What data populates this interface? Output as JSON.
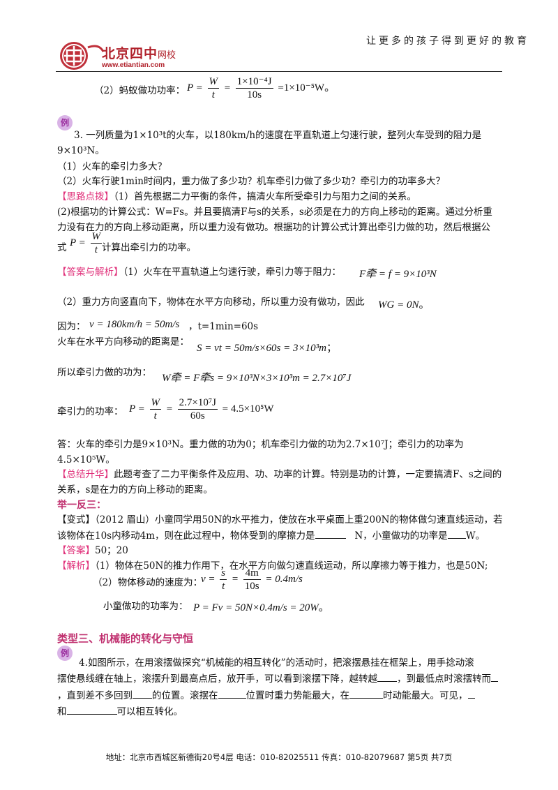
{
  "header": {
    "brand": "北京四中",
    "brand_suffix": "网校",
    "url": "www.etiantian.com",
    "slogan": "让更多的孩子得到更好的教育"
  },
  "ant_power": {
    "label": "（2）蚂蚁做功功率：",
    "P": "P",
    "W": "W",
    "t": "t",
    "num": "1×10⁻⁴J",
    "den": "10s",
    "result": "=1×10⁻⁵W。"
  },
  "example3": {
    "badge": "例",
    "line1": "3.  一列质量为1×10³t的火车，以180km/h的速度在平直轨道上匀速行驶，整列火车受到的阻力是",
    "line2": "9×10³N。",
    "q1": "（1）火车的牵引力多大？",
    "q2": "（2）火车行驶1min时间内，重力做了多少功？机车牵引力做了多少功？牵引力的功率多大？"
  },
  "hint": {
    "tag": "【思路点拨】",
    "text1": "（1）首先根据二力平衡的条件，搞清火车所受牵引力与阻力之间的关系。",
    "text2": "(2)根据功的计算公式：W=Fs。并且要搞清F与s的关系，s必须是在力的方向上移动的距离。通过分析重",
    "text3": "力没有在力的方向上移动距离，所以重力没有做功。根据功的计算公式计算出牵引力做的功，然后根据公",
    "text4_pre": "式",
    "formula_P": "P",
    "formula_W": "W",
    "formula_t": "t",
    "text4_post": "计算出牵引力的功率。"
  },
  "answer": {
    "tag": "【答案与解析】",
    "a1": "（1）火车在平直轨道上匀速行驶，牵引力等于阻力：",
    "a1_formula": "F牵 = f = 9×10³N",
    "a2": "（2）重力方向竖直向下，物体在水平方向移动，所以重力没有做功，因此",
    "a2_formula": "WG = 0N",
    "a2_end": "。",
    "because": "因为：",
    "v_formula": "v = 180km/h = 50m/s",
    "t_text": "，t=1min=60s",
    "dist_label": "火车在水平方向移动的距离是：",
    "dist_formula": "S = vt = 50m/s×60s = 3×10³m",
    "dist_end": "；",
    "work_label": "所以牵引力做的功为：",
    "work_formula": "W牵 = F牵s = 9×10³N×3×10³m = 2.7×10⁷J",
    "power_label": "牵引力的功率：",
    "power_num": "2.7×10⁷J",
    "power_den": "60s",
    "power_result": "= 4.5×10⁵W",
    "final1": "答：火车的牵引力是9×10³N。重力做的功为0；机车牵引力做的功为2.7×10⁷J；牵引力的功率为",
    "final2": "4.5×10⁵W。"
  },
  "summary": {
    "tag": "【总结升华】",
    "text1": "此题考查了二力平衡条件及应用、功、功率的计算。特别是功的计算，一定要搞清F、s之间的",
    "text2": "关系，s是在力的方向上移动的距离。"
  },
  "variant": {
    "title": "举一反三：",
    "tag": "【变式】",
    "text1": "（2012 眉山）小童同学用50N的水平推力，使放在水平桌面上重200N的物体做匀速直线运动，若",
    "text2a": "该物体在10s内移动4m，则在此过程中，物体受到的摩擦力是",
    "text2b": "N，小童做功的功率是",
    "text2c": "W。",
    "ans_tag": "【答案】",
    "ans": "50；20",
    "exp_tag": "【解析】",
    "exp1": "（1）物体在50N的推力作用下，在水平方向做匀速直线运动，所以摩擦力等于推力，也是50N;",
    "exp2_label": "（2）物体移动的速度为：",
    "exp2_v": "v",
    "exp2_s": "s",
    "exp2_t": "t",
    "exp2_num": "4m",
    "exp2_den": "10s",
    "exp2_result": "= 0.4m/s",
    "exp3_label": "小童做功的功率为：",
    "exp3_formula": "P = Fv = 50N×0.4m/s = 20W",
    "exp3_end": "。"
  },
  "section3": {
    "title": "类型三、机械能的转化与守恒"
  },
  "example4": {
    "badge": "例",
    "line1": "4.如图所示，在用滚摆做探究“机械能的相互转化”的活动时，把滚摆悬挂在框架上，用手捻动滚",
    "line2a": "摆使悬线缠在轴上，滚摆升到最高点后，放开手，可以看到滚摆下降，越转越",
    "line2b": "，到最低点时滚摆转而",
    "line3a": "，直到差不多回到",
    "line3b": "的位置。滚摆在",
    "line3c": "位置时重力势能最大，在",
    "line3d": "时动能最大。可见，",
    "line4a": "和",
    "line4b": "可以相互转化。"
  },
  "footer": {
    "text": "地址：北京市西城区新德街20号4层  电话：010-82025511  传真：010-82079687   第5页  共7页"
  },
  "colors": {
    "accent_pink": "#e0307a",
    "brand_red": "#b0202a",
    "section": "#c0306f"
  }
}
